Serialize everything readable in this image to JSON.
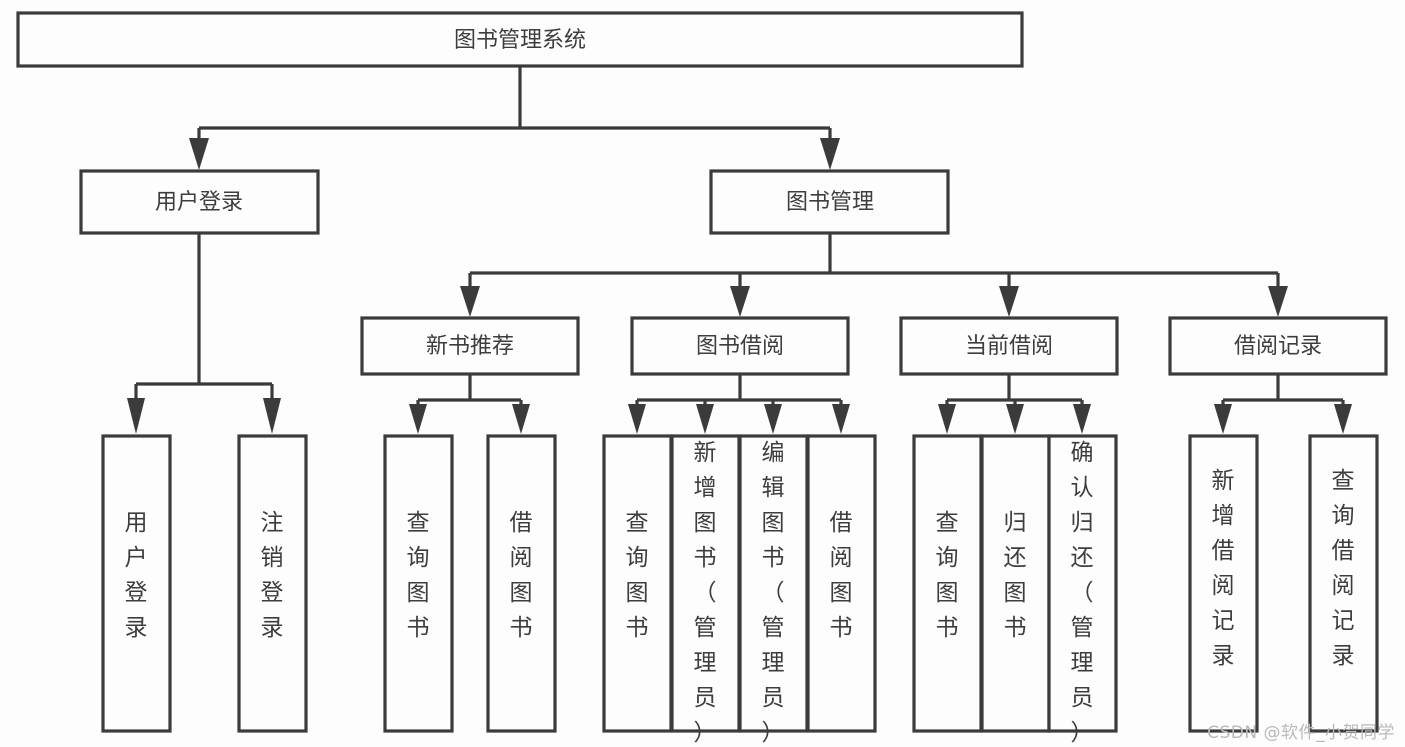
{
  "diagram": {
    "type": "tree-hierarchy",
    "title": "图书管理系统",
    "watermark": "CSDN @软件_小贺同学",
    "colors": {
      "background": "#fdfdfd",
      "box_fill": "#fdfdfd",
      "stroke": "#3b3b3b",
      "text": "#3d3d3d",
      "watermark": "#b9b9b9"
    },
    "root": {
      "label": "图书管理系统"
    },
    "level2": [
      {
        "label": "用户登录"
      },
      {
        "label": "图书管理"
      }
    ],
    "level3": [
      {
        "label": "新书推荐"
      },
      {
        "label": "图书借阅"
      },
      {
        "label": "当前借阅"
      },
      {
        "label": "借阅记录"
      }
    ],
    "leaves": {
      "user_login": [
        {
          "label": "用户登录"
        },
        {
          "label": "注销登录"
        }
      ],
      "new_book_recommend": [
        {
          "label": "查询图书"
        },
        {
          "label": "借阅图书"
        }
      ],
      "book_borrow": [
        {
          "label": "查询图书"
        },
        {
          "label": "新增图书（管理员）"
        },
        {
          "label": "编辑图书（管理员）"
        },
        {
          "label": "借阅图书"
        }
      ],
      "current_borrow": [
        {
          "label": "查询图书"
        },
        {
          "label": "归还图书"
        },
        {
          "label": "确认归还（管理员）"
        }
      ],
      "borrow_record": [
        {
          "label": "新增借阅记录"
        },
        {
          "label": "查询借阅记录"
        }
      ]
    }
  }
}
